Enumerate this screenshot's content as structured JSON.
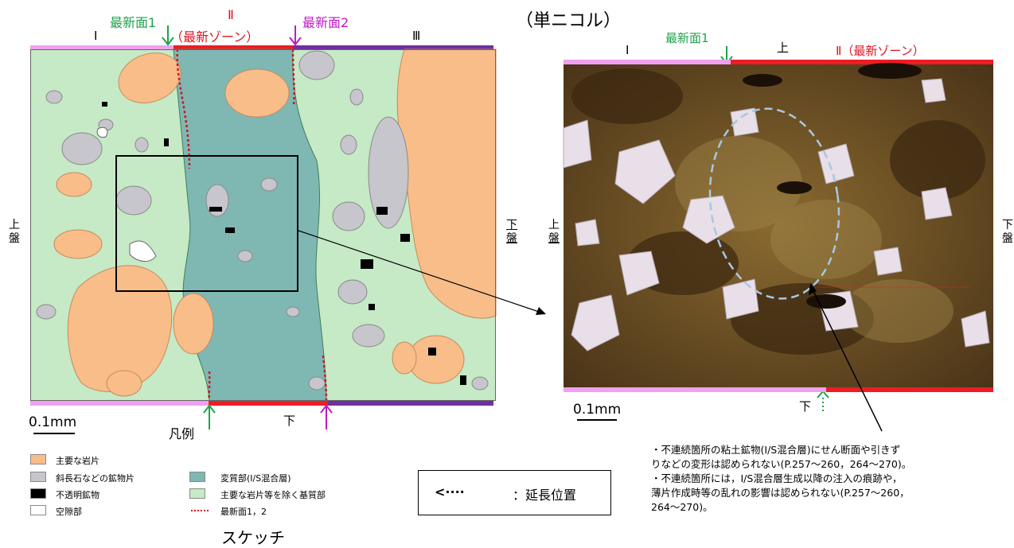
{
  "title_top": "（単ニコル）",
  "sketch": {
    "marker1": "最新面1",
    "marker2": "最新面2",
    "zone_I": "Ⅰ",
    "zone_II": "Ⅱ",
    "zone_II_sub": "（最新ゾーン）",
    "zone_III": "Ⅲ",
    "left_side": [
      "上",
      "盤"
    ],
    "right_side": [
      "下",
      "盤"
    ],
    "bottom": "下",
    "scale": "0.1mm",
    "caption": "スケッチ"
  },
  "photo": {
    "marker1": "最新面1",
    "zone_I": "Ⅰ",
    "top": "上",
    "zone_II": "Ⅱ（最新ゾーン）",
    "left_side": [
      "上",
      "盤"
    ],
    "right_side": [
      "下",
      "盤"
    ],
    "bottom": "下",
    "scale": "0.1mm"
  },
  "legend": {
    "title": "凡例",
    "items": [
      {
        "label": "主要な岩片",
        "color": "#f9bd8a"
      },
      {
        "label": "斜長石などの鉱物片",
        "color": "#c6c6cc"
      },
      {
        "label": "不透明鉱物",
        "color": "#000000"
      },
      {
        "label": "空隙部",
        "color": "#ffffff"
      },
      {
        "label": "変質部(I/S混合層)",
        "color": "#7fb7b3"
      },
      {
        "label": "主要な岩片等を除く基質部",
        "color": "#c6e9c6"
      },
      {
        "label": "最新面1，2",
        "color": "#d2141e"
      }
    ]
  },
  "extension_box": {
    "arrow": "<····",
    "label": "：延長位置"
  },
  "notes": [
    "・不連続箇所の粘土鉱物(I/S混合層)にせん断面や引きず",
    "りなどの変形は認められない(P.257～260，264～270)。",
    "・不連続箇所には，I/S混合層生成以降の注入の痕跡や，",
    "薄片作成時等の乱れの影響は認められない(P.257～260，",
    "264～270)。"
  ],
  "colors": {
    "rock": "#f9bd8a",
    "mineral": "#c6c6cc",
    "matrix": "#c6e9c6",
    "altered": "#7fb7b3",
    "zoneI_bar": "#f0a0f0",
    "zoneII_bar": "#ee1c24",
    "zoneIII_bar": "#7030a0"
  }
}
